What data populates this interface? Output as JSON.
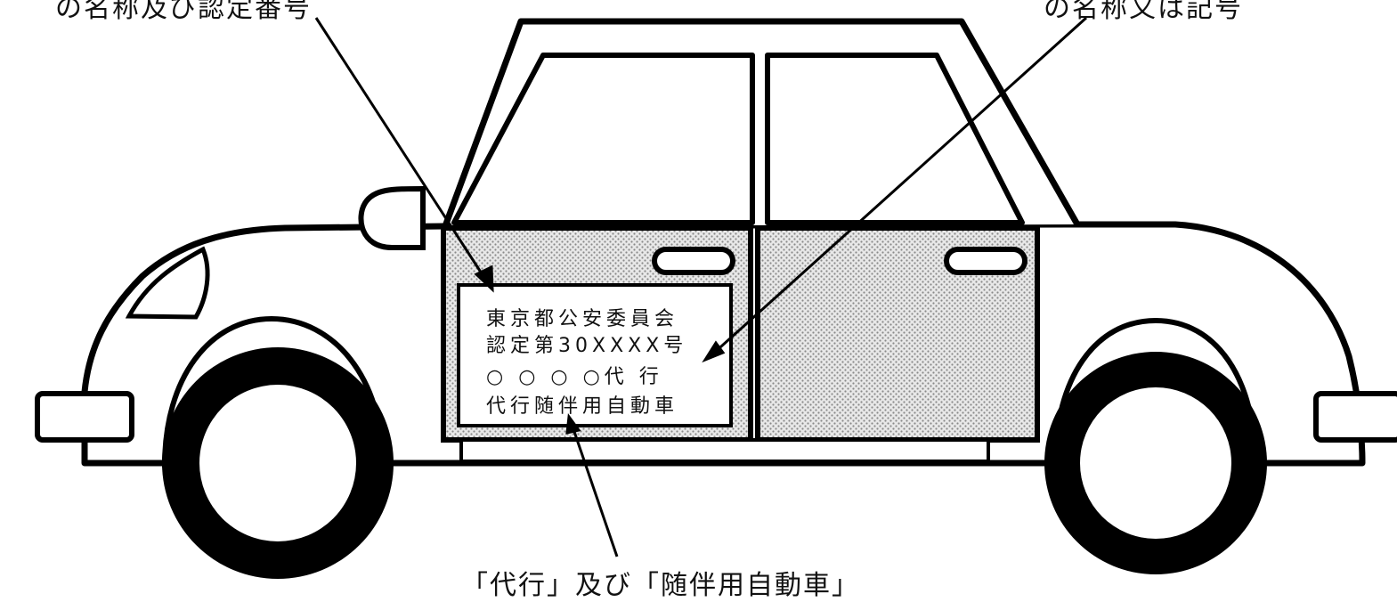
{
  "captions": {
    "top_left": "の名称及び認定番号",
    "top_right": "の名称又は記号",
    "bottom": "「代行」及び「随伴用自動車」"
  },
  "sign": {
    "line1": "東京都公安委員会",
    "line2": "認定第30XXXX号",
    "line3": "○ ○ ○ ○代 行",
    "line4": "代行随伴用自動車"
  }
}
